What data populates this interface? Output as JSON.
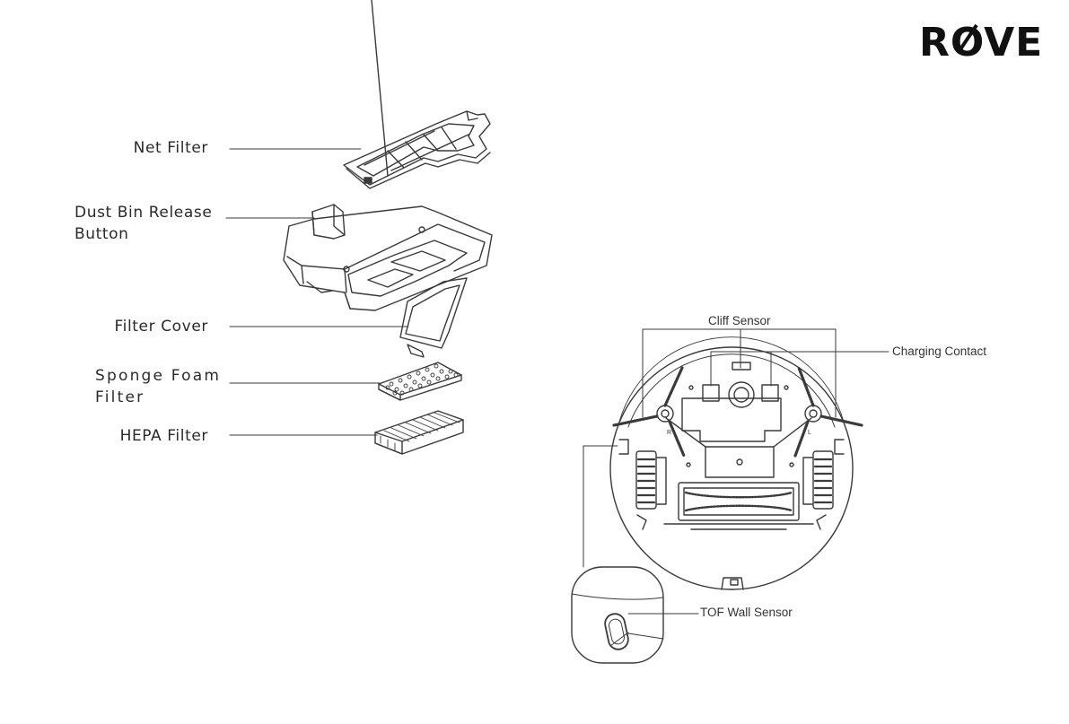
{
  "brand": {
    "name": "ROVE",
    "color": "#111111"
  },
  "left_diagram": {
    "labels": {
      "net_filter": "Net Filter",
      "dust_bin_release_line1": "Dust Bin Release",
      "dust_bin_release_line2": "Button",
      "filter_cover": "Filter Cover",
      "sponge_foam_line1": "Sponge Foam",
      "sponge_foam_line2": "Filter",
      "hepa_filter": "HEPA Filter"
    }
  },
  "right_diagram": {
    "labels": {
      "cliff_sensor": "Cliff Sensor",
      "charging_contact": "Charging Contact",
      "tof_wall_sensor": "TOF Wall Sensor",
      "brush_right_marker": "R",
      "brush_left_marker": "L"
    }
  },
  "colors": {
    "line": "#3a3a3a",
    "label": "#2a2a2a"
  }
}
